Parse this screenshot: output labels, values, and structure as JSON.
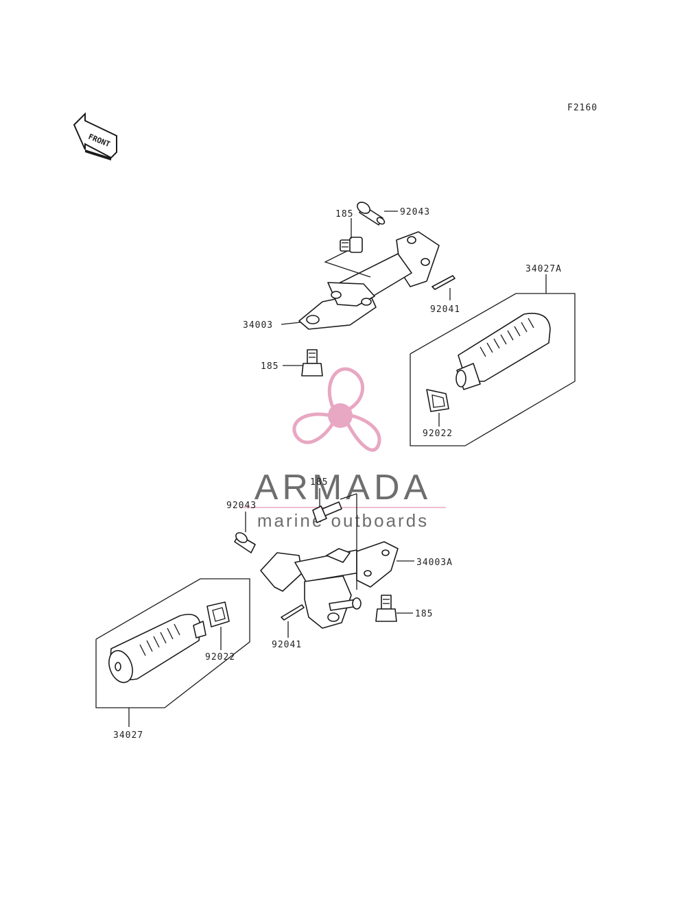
{
  "diagram_code": "F2160",
  "front_indicator": {
    "text": "FRONT",
    "icon": "front-arrow-icon"
  },
  "callouts": {
    "top_bolt": "185",
    "top_pin": "92043",
    "top_bracket": "34003",
    "top_lower_bolt": "185",
    "top_cotter_pin": "92041",
    "right_footpeg_group": "34027A",
    "right_washer": "92022",
    "bottom_bolt_a": "185",
    "bottom_pin": "92043",
    "bottom_bracket": "34003A",
    "bottom_bolt_b": "185",
    "bottom_cotter_pin": "92041",
    "left_washer": "92022",
    "left_footpeg_group": "34027"
  },
  "watermark": {
    "brand": "ARMADA",
    "tagline": "marine outboards",
    "icon": "propeller-logo-icon",
    "accent_color": "#e8a7c2",
    "text_color": "#6e6e6e"
  }
}
